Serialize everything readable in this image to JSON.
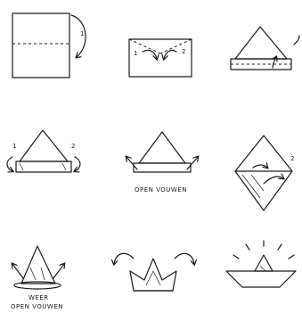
{
  "steps": [
    {
      "markers": [
        "1"
      ]
    },
    {
      "markers": [
        "1",
        "2"
      ]
    },
    {
      "markers": []
    },
    {
      "markers": [
        "1",
        "2"
      ]
    },
    {
      "caption": "OPEN VOUWEN"
    },
    {
      "markers": [
        "2"
      ]
    },
    {
      "caption_line1": "WEER",
      "caption_line2": "OPEN VOUWEN"
    },
    {
      "markers": []
    },
    {
      "markers": []
    }
  ]
}
